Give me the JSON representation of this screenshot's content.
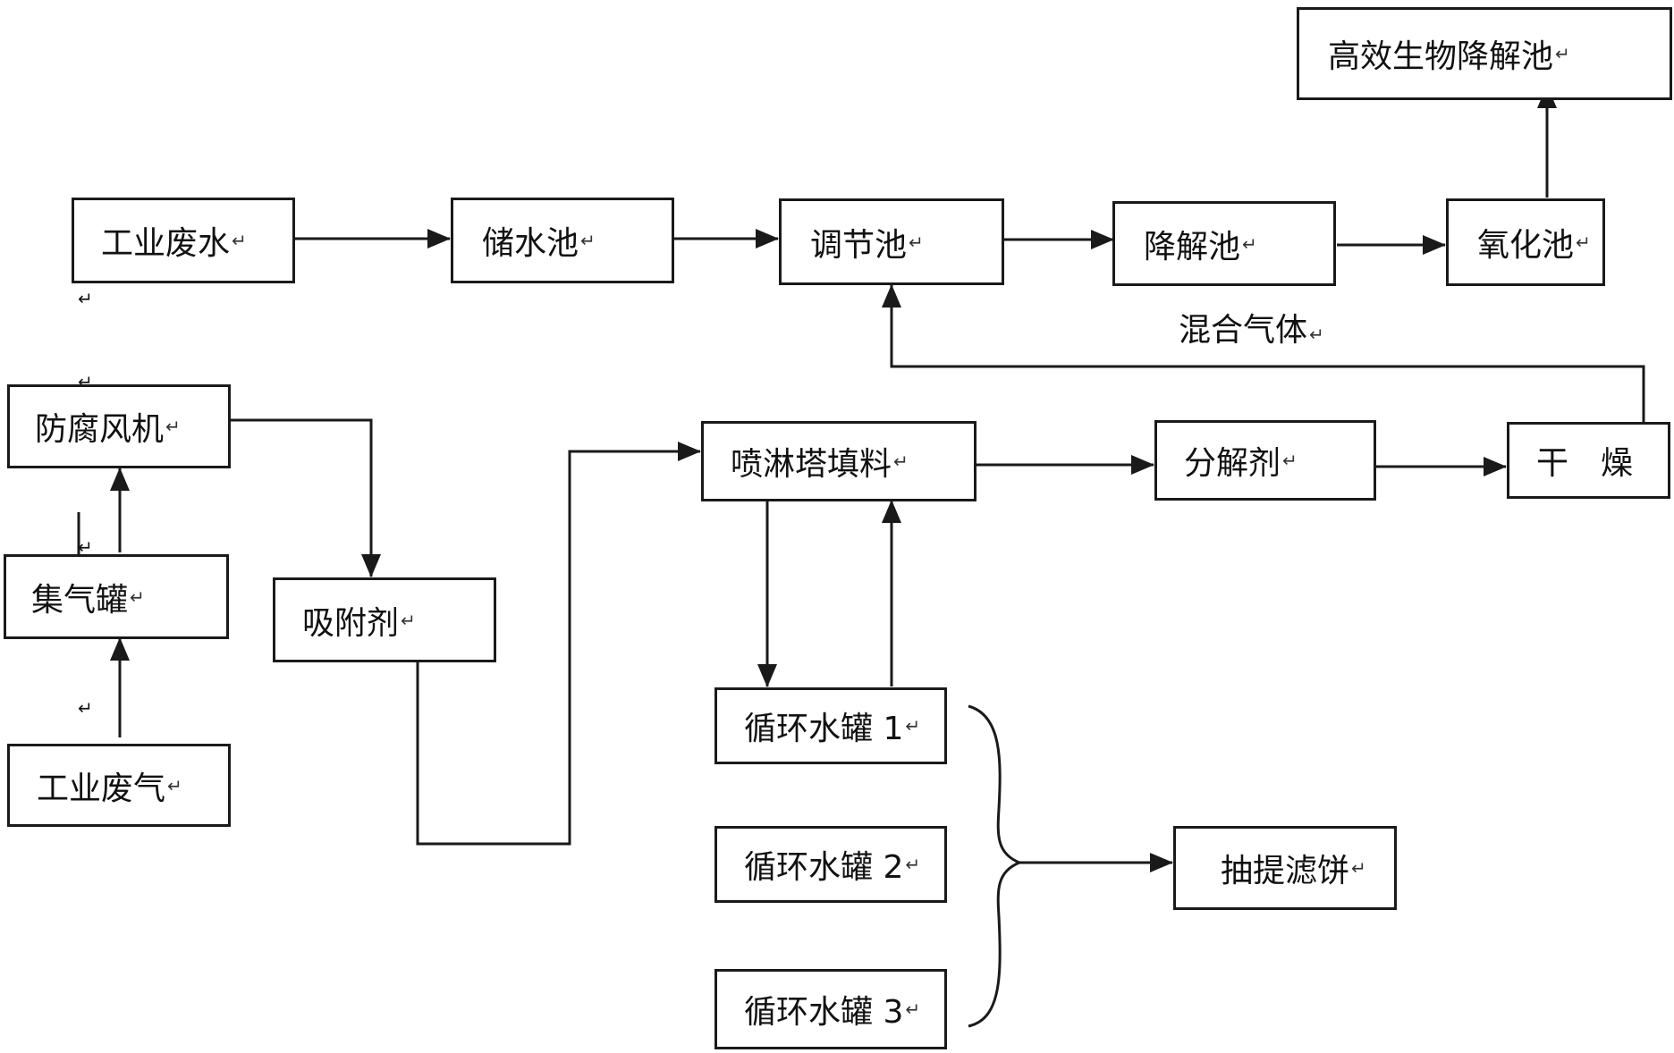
{
  "return_mark": "↵",
  "nodes": {
    "high_efficiency_bio_pool": "高效生物降解池",
    "industrial_wastewater": "工业废水",
    "storage_pool": "储水池",
    "regulating_pool": "调节池",
    "degradation_pool": "降解池",
    "oxidation_pool": "氧化池",
    "mixed_gas": "混合气体",
    "anticorrosion_fan": "防腐风机",
    "gas_collection_tank": "集气罐",
    "industrial_exhaust": "工业废气",
    "adsorbent": "吸附剂",
    "spray_tower_packing": "喷淋塔填料",
    "decomposer": "分解剂",
    "drying": "干　燥",
    "circulating_tank_1": "循环水罐 1",
    "circulating_tank_2": "循环水罐 2",
    "circulating_tank_3": "循环水罐 3",
    "extraction_filter_cake": "抽提滤饼"
  },
  "colors": {
    "line": "#1a1a1a",
    "text": "#111111"
  }
}
